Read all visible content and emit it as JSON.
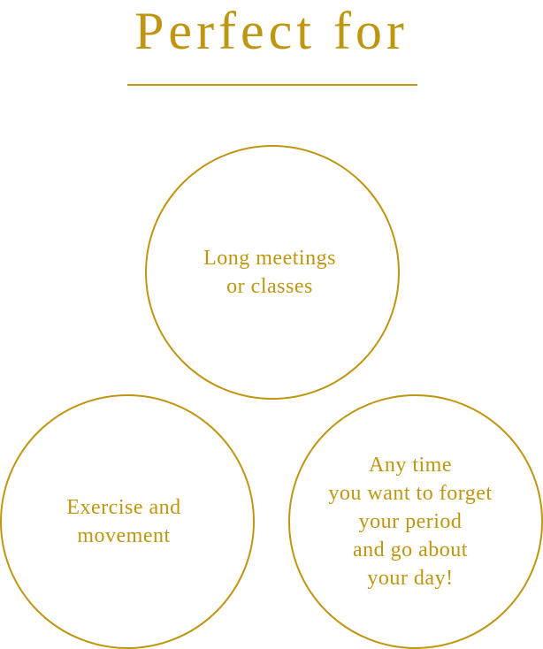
{
  "heading": {
    "title": "Perfect for"
  },
  "colors": {
    "accent": "#BE9611",
    "background": "#FFFFFF"
  },
  "circles": [
    {
      "text": "Long meetings\nor classes"
    },
    {
      "text": "Exercise and\nmovement"
    },
    {
      "text": "Any time\nyou want to forget\nyour period\nand go about\nyour day!"
    }
  ]
}
